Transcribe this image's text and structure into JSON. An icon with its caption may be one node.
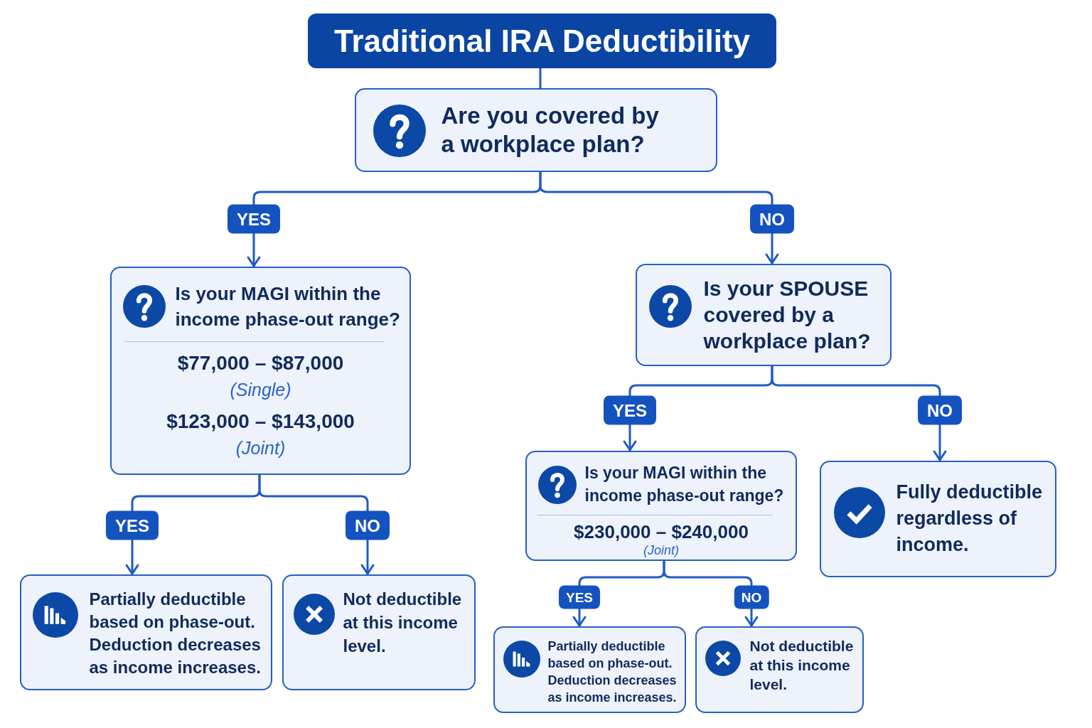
{
  "diagram": {
    "nodes": [
      {
        "text": [
          "Traditional IRA Deductibility"
        ]
      },
      {
        "text": [
          "Are you covered by a workplace plan?"
        ]
      },
      {
        "text": [
          "Is your MAGI within the income phase-out range?",
          "$77,000 – $87,000",
          "(Single)",
          "$123,000 – $143,000",
          "(Joint)"
        ]
      },
      {
        "text": [
          "Is your SPOUSE covered by a workplace plan?"
        ]
      },
      {
        "text": [
          "Is your MAGI within the income phase-out range?",
          "$230,000 – $240,000",
          "(Joint)"
        ]
      },
      {
        "text": [
          "Fully deductible regardless of income."
        ]
      },
      {
        "text": [
          "Partially deductible based on phase-out. Deduction decreases as income increases."
        ]
      },
      {
        "text": [
          "Not deductible at this income level."
        ]
      },
      {
        "text": [
          "Partially deductible based on phase-out. Deduction decreases as income increases."
        ]
      },
      {
        "text": [
          "Not deductible at this income level."
        ]
      }
    ],
    "edges": [
      {
        "from": 0,
        "to": 1,
        "arrow": "none"
      },
      {
        "from": 1,
        "to": 2,
        "arrow": "to",
        "label": "YES"
      },
      {
        "from": 1,
        "to": 3,
        "arrow": "to",
        "label": "NO"
      },
      {
        "from": 2,
        "to": 6,
        "arrow": "to",
        "label": "YES"
      },
      {
        "from": 2,
        "to": 7,
        "arrow": "to",
        "label": "NO"
      },
      {
        "from": 3,
        "to": 4,
        "arrow": "to",
        "label": "YES"
      },
      {
        "from": 3,
        "to": 5,
        "arrow": "to",
        "label": "NO"
      },
      {
        "from": 4,
        "to": 8,
        "arrow": "to",
        "label": "YES"
      },
      {
        "from": 4,
        "to": 9,
        "arrow": "to",
        "label": "NO"
      }
    ]
  }
}
